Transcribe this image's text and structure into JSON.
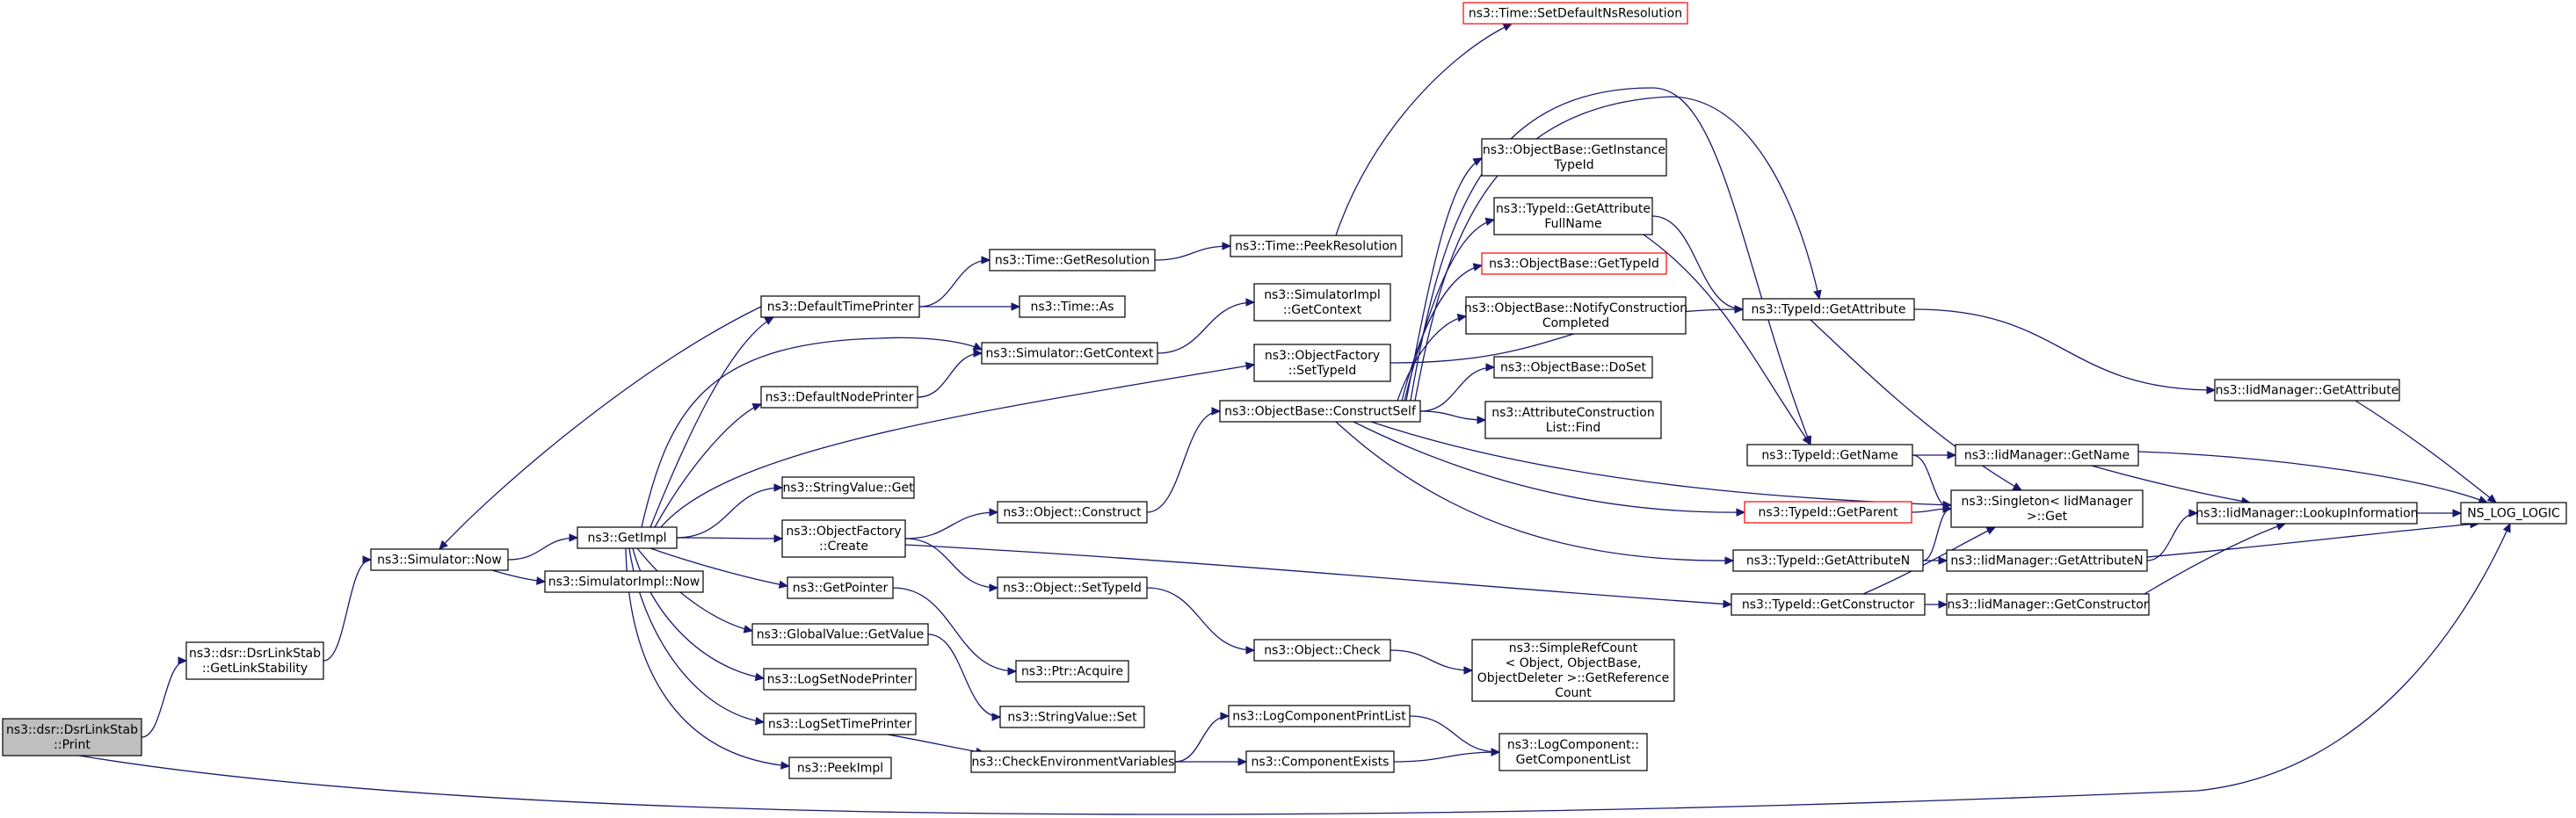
{
  "graph": {
    "type": "doxygen-call-graph",
    "edge_color": "#191970",
    "root_fill": "#bfbfbf",
    "highlight_border": "#ff0000",
    "nodes": [
      {
        "id": "print",
        "lines": [
          "ns3::dsr::DsrLinkStab",
          "::Print"
        ],
        "style": "root"
      },
      {
        "id": "getlinkstab",
        "lines": [
          "ns3::dsr::DsrLinkStab",
          "::GetLinkStability"
        ]
      },
      {
        "id": "simnow",
        "lines": [
          "ns3::Simulator::Now"
        ]
      },
      {
        "id": "getimpl",
        "lines": [
          "ns3::GetImpl"
        ]
      },
      {
        "id": "simimplnow",
        "lines": [
          "ns3::SimulatorImpl::Now"
        ]
      },
      {
        "id": "defaulttimeprinter",
        "lines": [
          "ns3::DefaultTimePrinter"
        ]
      },
      {
        "id": "defaultnodeprinter",
        "lines": [
          "ns3::DefaultNodePrinter"
        ]
      },
      {
        "id": "stringvalueget",
        "lines": [
          "ns3::StringValue::Get"
        ]
      },
      {
        "id": "objfactorycreate",
        "lines": [
          "ns3::ObjectFactory",
          "::Create"
        ]
      },
      {
        "id": "getpointer",
        "lines": [
          "ns3::GetPointer"
        ]
      },
      {
        "id": "globalvalueget",
        "lines": [
          "ns3::GlobalValue::GetValue"
        ]
      },
      {
        "id": "logsetnodeprinter",
        "lines": [
          "ns3::LogSetNodePrinter"
        ]
      },
      {
        "id": "logsettimeprinter",
        "lines": [
          "ns3::LogSetTimePrinter"
        ]
      },
      {
        "id": "peekimpl",
        "lines": [
          "ns3::PeekImpl"
        ]
      },
      {
        "id": "timegetres",
        "lines": [
          "ns3::Time::GetResolution"
        ]
      },
      {
        "id": "timeas",
        "lines": [
          "ns3::Time::As"
        ]
      },
      {
        "id": "simgetcontext",
        "lines": [
          "ns3::Simulator::GetContext"
        ]
      },
      {
        "id": "objconstruct",
        "lines": [
          "ns3::Object::Construct"
        ]
      },
      {
        "id": "objsettypeid",
        "lines": [
          "ns3::Object::SetTypeId"
        ]
      },
      {
        "id": "ptracquire",
        "lines": [
          "ns3::Ptr::Acquire"
        ]
      },
      {
        "id": "stringvalueset",
        "lines": [
          "ns3::StringValue::Set"
        ]
      },
      {
        "id": "checkenv",
        "lines": [
          "ns3::CheckEnvironmentVariables"
        ]
      },
      {
        "id": "timepeekres",
        "lines": [
          "ns3::Time::PeekResolution"
        ]
      },
      {
        "id": "simimplgetctx",
        "lines": [
          "ns3::SimulatorImpl",
          "::GetContext"
        ]
      },
      {
        "id": "objfactorysettypeid",
        "lines": [
          "ns3::ObjectFactory",
          "::SetTypeId"
        ]
      },
      {
        "id": "objbaseconstructself",
        "lines": [
          "ns3::ObjectBase::ConstructSelf"
        ]
      },
      {
        "id": "objcheck",
        "lines": [
          "ns3::Object::Check"
        ]
      },
      {
        "id": "logcompprintlist",
        "lines": [
          "ns3::LogComponentPrintList"
        ]
      },
      {
        "id": "compexists",
        "lines": [
          "ns3::ComponentExists"
        ]
      },
      {
        "id": "timesetdefault",
        "lines": [
          "ns3::Time::SetDefaultNsResolution"
        ],
        "style": "red"
      },
      {
        "id": "objbasegetinstance",
        "lines": [
          "ns3::ObjectBase::GetInstance",
          "TypeId"
        ]
      },
      {
        "id": "typeidgetattrfullname",
        "lines": [
          "ns3::TypeId::GetAttribute",
          "FullName"
        ]
      },
      {
        "id": "objbasegettypeid",
        "lines": [
          "ns3::ObjectBase::GetTypeId"
        ],
        "style": "red"
      },
      {
        "id": "objbasenotify",
        "lines": [
          "ns3::ObjectBase::NotifyConstruction",
          "Completed"
        ]
      },
      {
        "id": "objbasedoset",
        "lines": [
          "ns3::ObjectBase::DoSet"
        ]
      },
      {
        "id": "attrconstructfind",
        "lines": [
          "ns3::AttributeConstruction",
          "List::Find"
        ]
      },
      {
        "id": "simplerefcount",
        "lines": [
          "ns3::SimpleRefCount",
          "< Object, ObjectBase,",
          "ObjectDeleter >::GetReference",
          "Count"
        ]
      },
      {
        "id": "logcompgetlist",
        "lines": [
          "ns3::LogComponent::",
          "GetComponentList"
        ]
      },
      {
        "id": "typeidgetattr",
        "lines": [
          "ns3::TypeId::GetAttribute"
        ]
      },
      {
        "id": "typeidgetname",
        "lines": [
          "ns3::TypeId::GetName"
        ]
      },
      {
        "id": "typeidgetparent",
        "lines": [
          "ns3::TypeId::GetParent"
        ],
        "style": "red"
      },
      {
        "id": "typeidgetattrn",
        "lines": [
          "ns3::TypeId::GetAttributeN"
        ]
      },
      {
        "id": "typeidgetconstructor",
        "lines": [
          "ns3::TypeId::GetConstructor"
        ]
      },
      {
        "id": "singletonget",
        "lines": [
          "ns3::Singleton< IidManager",
          ">::Get"
        ]
      },
      {
        "id": "iidgetattr",
        "lines": [
          "ns3::IidManager::GetAttribute"
        ]
      },
      {
        "id": "iidgetname",
        "lines": [
          "ns3::IidManager::GetName"
        ]
      },
      {
        "id": "iidgetattrn",
        "lines": [
          "ns3::IidManager::GetAttributeN"
        ]
      },
      {
        "id": "iidgetconstructor",
        "lines": [
          "ns3::IidManager::GetConstructor"
        ]
      },
      {
        "id": "iidlookup",
        "lines": [
          "ns3::IidManager::LookupInformation"
        ]
      },
      {
        "id": "nslog",
        "lines": [
          "NS_LOG_LOGIC"
        ]
      }
    ],
    "edges": [
      [
        "print",
        "getlinkstab"
      ],
      [
        "print",
        "nslog"
      ],
      [
        "getlinkstab",
        "simnow"
      ],
      [
        "simnow",
        "getimpl"
      ],
      [
        "simnow",
        "simimplnow"
      ],
      [
        "getimpl",
        "defaulttimeprinter"
      ],
      [
        "getimpl",
        "simgetcontext"
      ],
      [
        "getimpl",
        "defaultnodeprinter"
      ],
      [
        "getimpl",
        "objfactorysettypeid"
      ],
      [
        "getimpl",
        "stringvalueget"
      ],
      [
        "getimpl",
        "objfactorycreate"
      ],
      [
        "getimpl",
        "getpointer"
      ],
      [
        "getimpl",
        "globalvalueget"
      ],
      [
        "getimpl",
        "logsetnodeprinter"
      ],
      [
        "getimpl",
        "logsettimeprinter"
      ],
      [
        "getimpl",
        "peekimpl"
      ],
      [
        "defaulttimeprinter",
        "simnow"
      ],
      [
        "defaulttimeprinter",
        "timegetres"
      ],
      [
        "defaulttimeprinter",
        "timeas"
      ],
      [
        "timegetres",
        "timepeekres"
      ],
      [
        "timepeekres",
        "timesetdefault"
      ],
      [
        "simgetcontext",
        "simimplgetctx"
      ],
      [
        "defaultnodeprinter",
        "simgetcontext"
      ],
      [
        "objfactorysettypeid",
        "typeidgetattr"
      ],
      [
        "objfactorycreate",
        "objconstruct"
      ],
      [
        "objfactorycreate",
        "objsettypeid"
      ],
      [
        "objfactorycreate",
        "typeidgetconstructor"
      ],
      [
        "objconstruct",
        "objbaseconstructself"
      ],
      [
        "getpointer",
        "ptracquire"
      ],
      [
        "globalvalueget",
        "stringvalueset"
      ],
      [
        "objsettypeid",
        "objcheck"
      ],
      [
        "objcheck",
        "simplerefcount"
      ],
      [
        "logsettimeprinter",
        "checkenv"
      ],
      [
        "checkenv",
        "logcompprintlist"
      ],
      [
        "checkenv",
        "compexists"
      ],
      [
        "logcompprintlist",
        "logcompgetlist"
      ],
      [
        "compexists",
        "logcompgetlist"
      ],
      [
        "objbaseconstructself",
        "objbasegetinstance"
      ],
      [
        "objbaseconstructself",
        "typeidgetattrfullname"
      ],
      [
        "objbaseconstructself",
        "objbasegettypeid"
      ],
      [
        "objbaseconstructself",
        "objbasenotify"
      ],
      [
        "objbaseconstructself",
        "objbasedoset"
      ],
      [
        "objbaseconstructself",
        "attrconstructfind"
      ],
      [
        "objbaseconstructself",
        "typeidgetname"
      ],
      [
        "objbaseconstructself",
        "typeidgetparent"
      ],
      [
        "objbaseconstructself",
        "typeidgetattrn"
      ],
      [
        "objbaseconstructself",
        "typeidgetattr"
      ],
      [
        "objbaseconstructself",
        "singletonget"
      ],
      [
        "typeidgetattrfullname",
        "typeidgetattr"
      ],
      [
        "typeidgetattrfullname",
        "typeidgetname"
      ],
      [
        "typeidgetattr",
        "iidgetattr"
      ],
      [
        "typeidgetattr",
        "singletonget"
      ],
      [
        "typeidgetname",
        "iidgetname"
      ],
      [
        "typeidgetname",
        "singletonget"
      ],
      [
        "typeidgetparent",
        "singletonget"
      ],
      [
        "typeidgetattrn",
        "iidgetattrn"
      ],
      [
        "typeidgetattrn",
        "singletonget"
      ],
      [
        "typeidgetconstructor",
        "iidgetconstructor"
      ],
      [
        "typeidgetconstructor",
        "singletonget"
      ],
      [
        "iidgetattr",
        "nslog"
      ],
      [
        "iidgetname",
        "iidlookup"
      ],
      [
        "iidgetname",
        "nslog"
      ],
      [
        "iidgetattrn",
        "iidlookup"
      ],
      [
        "iidgetattrn",
        "nslog"
      ],
      [
        "iidgetconstructor",
        "iidlookup"
      ],
      [
        "iidlookup",
        "nslog"
      ]
    ]
  }
}
